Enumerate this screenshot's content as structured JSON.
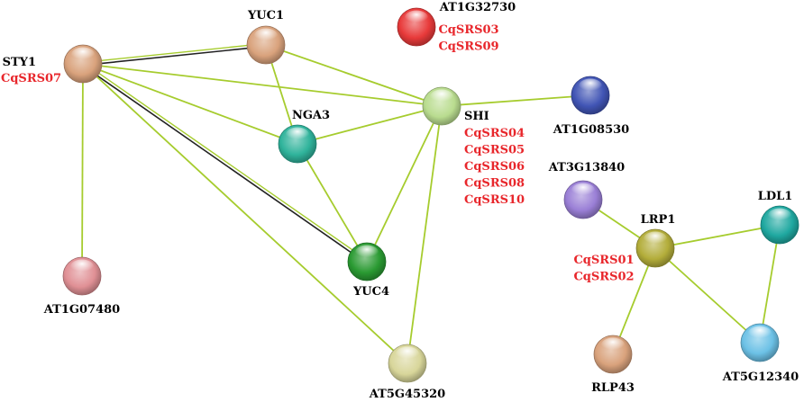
{
  "nodes": [
    {
      "id": "YUC1",
      "label": "YUC1",
      "color": "#d9a27c",
      "sublabels": []
    },
    {
      "id": "AT1G32730",
      "label": "AT1G32730",
      "color": "#e83a3a",
      "sublabels": [
        "CqSRS03",
        "CqSRS09"
      ]
    },
    {
      "id": "STY1",
      "label": "STY1",
      "color": "#d9a27c",
      "sublabels": [
        "CqSRS07"
      ]
    },
    {
      "id": "NGA3",
      "label": "NGA3",
      "color": "#2fb39b",
      "sublabels": []
    },
    {
      "id": "SHI",
      "label": "SHI",
      "color": "#b9dc8f",
      "sublabels": [
        "CqSRS04",
        "CqSRS05",
        "CqSRS06",
        "CqSRS08",
        "CqSRS10"
      ]
    },
    {
      "id": "AT1G08530",
      "label": "AT1G08530",
      "color": "#4155b5",
      "sublabels": []
    },
    {
      "id": "AT3G13840",
      "label": "AT3G13840",
      "color": "#9a7fd6",
      "sublabels": []
    },
    {
      "id": "LDL1",
      "label": "LDL1",
      "color": "#1fa8a0",
      "sublabels": []
    },
    {
      "id": "LRP1",
      "label": "LRP1",
      "color": "#b3ad3a",
      "sublabels": [
        "CqSRS01",
        "CqSRS02"
      ]
    },
    {
      "id": "YUC4",
      "label": "YUC4",
      "color": "#2a9a32",
      "sublabels": []
    },
    {
      "id": "AT1G07480",
      "label": "AT1G07480",
      "color": "#e09095",
      "sublabels": []
    },
    {
      "id": "RLP43",
      "label": "RLP43",
      "color": "#d9a27c",
      "sublabels": []
    },
    {
      "id": "AT5G12340",
      "label": "AT5G12340",
      "color": "#6cc1e6",
      "sublabels": []
    },
    {
      "id": "AT5G45320",
      "label": "AT5G45320",
      "color": "#d8d69a",
      "sublabels": []
    }
  ],
  "edges": [
    {
      "from": "STY1",
      "to": "YUC1",
      "type": "dark"
    },
    {
      "from": "STY1",
      "to": "YUC4",
      "type": "dark"
    },
    {
      "from": "STY1",
      "to": "NGA3",
      "type": "light"
    },
    {
      "from": "STY1",
      "to": "SHI",
      "type": "light"
    },
    {
      "from": "STY1",
      "to": "AT1G07480",
      "type": "light"
    },
    {
      "from": "STY1",
      "to": "AT5G45320",
      "type": "light"
    },
    {
      "from": "YUC1",
      "to": "SHI",
      "type": "light"
    },
    {
      "from": "YUC1",
      "to": "NGA3",
      "type": "light"
    },
    {
      "from": "NGA3",
      "to": "SHI",
      "type": "light"
    },
    {
      "from": "NGA3",
      "to": "YUC4",
      "type": "light"
    },
    {
      "from": "SHI",
      "to": "YUC4",
      "type": "light"
    },
    {
      "from": "SHI",
      "to": "AT5G45320",
      "type": "light"
    },
    {
      "from": "SHI",
      "to": "AT1G08530",
      "type": "light"
    },
    {
      "from": "AT3G13840",
      "to": "LRP1",
      "type": "light"
    },
    {
      "from": "LRP1",
      "to": "LDL1",
      "type": "light"
    },
    {
      "from": "LRP1",
      "to": "RLP43",
      "type": "light"
    },
    {
      "from": "LRP1",
      "to": "AT5G12340",
      "type": "light"
    },
    {
      "from": "LDL1",
      "to": "AT5G12340",
      "type": "light"
    }
  ],
  "colors": {
    "edge_light": "#a6cc2e",
    "edge_dark": "#222222",
    "sublabel": "#e8262b"
  }
}
